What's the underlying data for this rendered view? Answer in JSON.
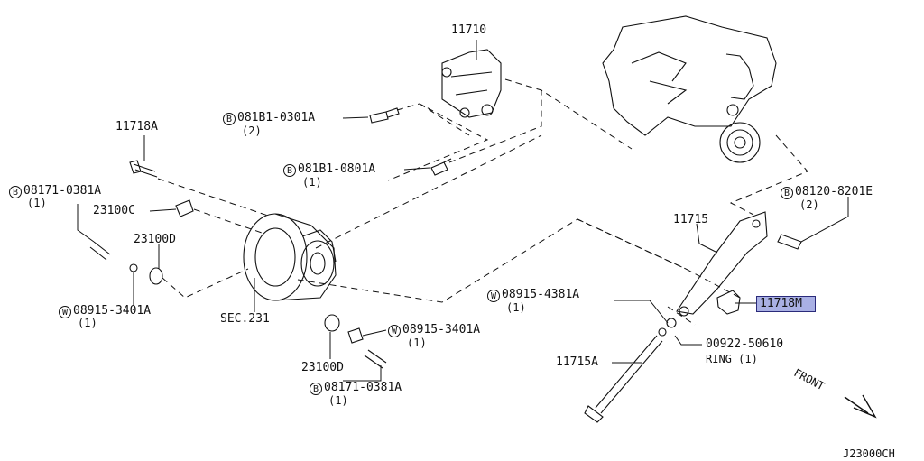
{
  "parts": {
    "p11710": "11710",
    "p081b1_0301a": {
      "prefix": "B",
      "code": "081B1-0301A",
      "qty": "(2)"
    },
    "p081b1_0801a": {
      "prefix": "B",
      "code": "081B1-0801A",
      "qty": "(1)"
    },
    "p11718a": "11718A",
    "p08171_0381a_left": {
      "prefix": "B",
      "code": "08171-0381A",
      "qty": "(1)"
    },
    "p23100c": "23100C",
    "p23100d_left": "23100D",
    "p08915_3401a_left": {
      "prefix": "W",
      "code": "08915-3401A",
      "qty": "(1)"
    },
    "sec231": "SEC.231",
    "p08915_3401a_right": {
      "prefix": "W",
      "code": "08915-3401A",
      "qty": "(1)"
    },
    "p23100d_bottom": "23100D",
    "p08171_0381a_bottom": {
      "prefix": "B",
      "code": "08171-0381A",
      "qty": "(1)"
    },
    "p08120_8201e": {
      "prefix": "B",
      "code": "08120-8201E",
      "qty": "(2)"
    },
    "p11715": "11715",
    "p08915_4381a": {
      "prefix": "W",
      "code": "08915-4381A",
      "qty": "(1)"
    },
    "p11718m": "11718M",
    "p00922_50610": {
      "code": "00922-50610",
      "desc": "RING (1)"
    },
    "p11715a": "11715A"
  },
  "front_label": "FRONT",
  "diagram_code": "J23000CH",
  "colors": {
    "highlight": "#a9b0e4",
    "ink": "#111111"
  }
}
